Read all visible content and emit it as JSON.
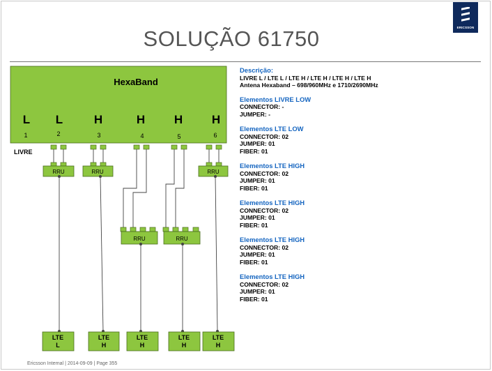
{
  "title": "SOLUÇÃO 61750",
  "logo": {
    "text": "ERICSSON"
  },
  "diagram": {
    "antenna_label": "HexaBand",
    "ports": [
      {
        "band": "L",
        "number": "1"
      },
      {
        "band": "L",
        "number": "2"
      },
      {
        "band": "H",
        "number": "3"
      },
      {
        "band": "H",
        "number": "4"
      },
      {
        "band": "H",
        "number": "5"
      },
      {
        "band": "H",
        "number": "6"
      }
    ],
    "livre_label": "LIVRE",
    "rru_label": "RRU",
    "lte_boxes": [
      {
        "line1": "LTE",
        "line2": "L"
      },
      {
        "line1": "LTE",
        "line2": "H"
      },
      {
        "line1": "LTE",
        "line2": "H"
      },
      {
        "line1": "LTE",
        "line2": "H"
      },
      {
        "line1": "LTE",
        "line2": "H"
      }
    ],
    "colors": {
      "green": "#8dc63f",
      "border": "#4a6b1f",
      "line": "#444444"
    }
  },
  "description": {
    "heading": "Descrição:",
    "line1": "LIVRE L / LTE L / LTE H / LTE H / LTE H / LTE H",
    "line2": "Antena Hexaband – 698/960MHz  e  1710/2690MHz"
  },
  "sections": [
    {
      "title": "Elementos LIVRE LOW",
      "lines": [
        "CONNECTOR: -",
        "JUMPER: -"
      ]
    },
    {
      "title": "Elementos LTE LOW",
      "lines": [
        "CONNECTOR: 02",
        "JUMPER: 01",
        "FIBER: 01"
      ]
    },
    {
      "title": "Elementos LTE HIGH",
      "lines": [
        "CONNECTOR: 02",
        "JUMPER: 01",
        "FIBER: 01"
      ]
    },
    {
      "title": "Elementos LTE HIGH",
      "lines": [
        "CONNECTOR: 02",
        "JUMPER: 01",
        "FIBER: 01"
      ]
    },
    {
      "title": "Elementos LTE HIGH",
      "lines": [
        "CONNECTOR: 02",
        "JUMPER: 01",
        "FIBER: 01"
      ]
    },
    {
      "title": "Elementos LTE HIGH",
      "lines": [
        "CONNECTOR: 02",
        "JUMPER: 01",
        "FIBER: 01"
      ]
    }
  ],
  "footer": "Ericsson Internal  |  2014-09-09  |  Page 355"
}
